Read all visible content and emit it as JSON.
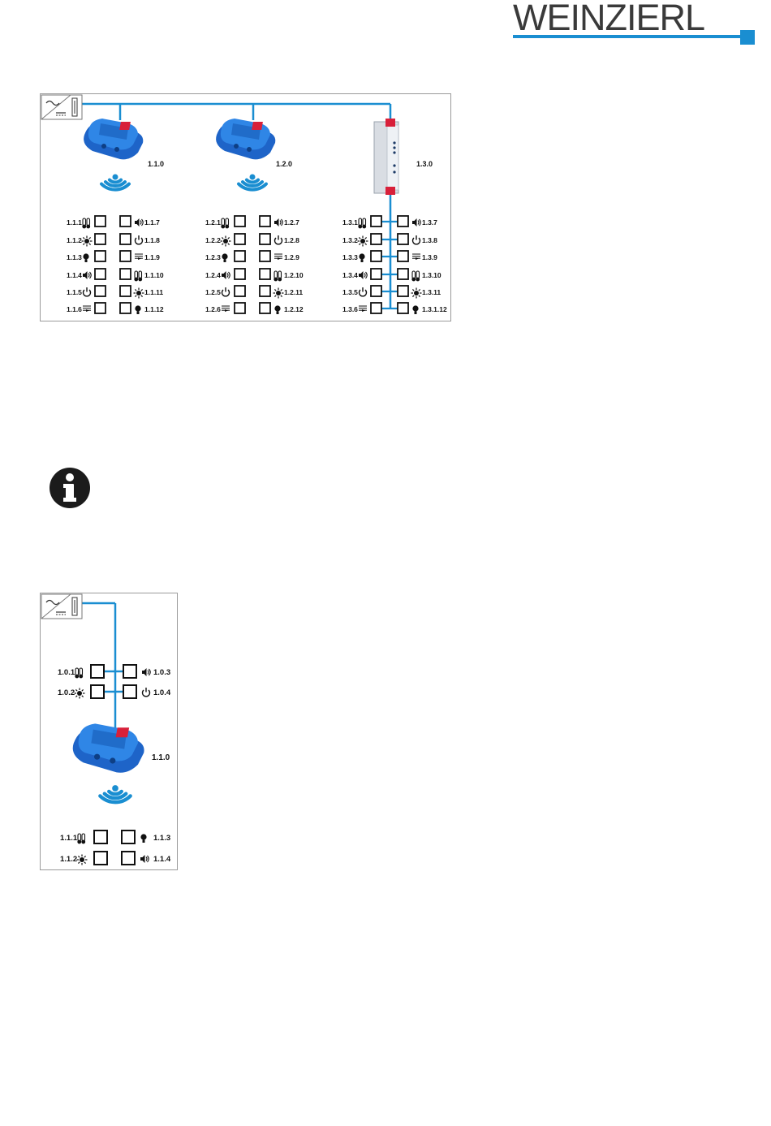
{
  "header": {
    "logo_text": "WEINZIERL",
    "accent_color": "#1a8ed1"
  },
  "diagram1": {
    "devices": [
      {
        "address": "1.1.0",
        "type": "radio-coupler"
      },
      {
        "address": "1.2.0",
        "type": "radio-coupler"
      },
      {
        "address": "1.3.0",
        "type": "din-line-coupler"
      }
    ],
    "groups": [
      {
        "left": [
          "1.1.1",
          "1.1.2",
          "1.1.3",
          "1.1.4",
          "1.1.5",
          "1.1.6"
        ],
        "right": [
          "1.1.7",
          "1.1.8",
          "1.1.9",
          "1.1.10",
          "1.1.11",
          "1.1.12"
        ]
      },
      {
        "left": [
          "1.2.1",
          "1.2.2",
          "1.2.3",
          "1.2.4",
          "1.2.5",
          "1.2.6"
        ],
        "right": [
          "1.2.7",
          "1.2.8",
          "1.2.9",
          "1.2.10",
          "1.2.11",
          "1.2.12"
        ]
      },
      {
        "left": [
          "1.3.1",
          "1.3.2",
          "1.3.3",
          "1.3.4",
          "1.3.5",
          "1.3.6"
        ],
        "right": [
          "1.3.7",
          "1.3.8",
          "1.3.9",
          "1.3.10",
          "1.3.11",
          "1.3.1.12"
        ]
      }
    ]
  },
  "diagram2": {
    "line_left": [
      "1.0.1",
      "1.0.2"
    ],
    "line_right": [
      "1.0.3",
      "1.0.4"
    ],
    "device": {
      "address": "1.1.0"
    },
    "radio_left": [
      "1.1.1",
      "1.1.2"
    ],
    "radio_right": [
      "1.1.3",
      "1.1.4"
    ]
  },
  "icons": {
    "left_order": [
      "thermometer-icon",
      "sun-icon",
      "bulb-icon",
      "speaker-icon",
      "power-icon",
      "blind-icon"
    ],
    "right_order": [
      "speaker-icon",
      "power-icon",
      "blind-icon",
      "thermometer-icon",
      "sun-icon",
      "bulb-icon"
    ],
    "info": "info-icon"
  }
}
